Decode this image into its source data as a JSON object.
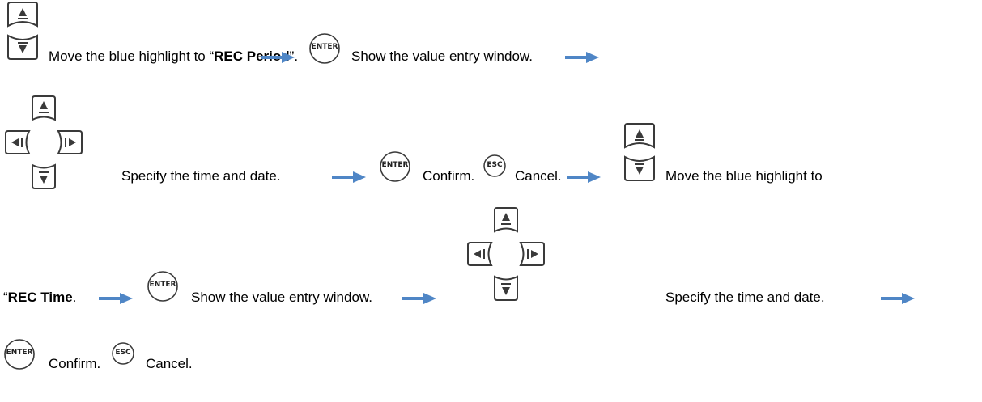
{
  "colors": {
    "arrow": "#4f86c6",
    "icon_stroke": "#3a3a3a"
  },
  "buttons": {
    "enter": "ENTER",
    "esc": "ESC"
  },
  "icons": [
    "up-down-keys-icon",
    "four-way-keys-icon",
    "enter-button-icon",
    "esc-button-icon",
    "right-arrow-icon"
  ],
  "line1": {
    "move_prefix": "Move the blue highlight to “",
    "move_bold": "REC Period",
    "move_suffix": "”.",
    "show": "Show the value entry window."
  },
  "line2": {
    "specify": "Specify the time and date.",
    "confirm": "Confirm.",
    "cancel": "Cancel.",
    "move": "Move the blue highlight to"
  },
  "line3": {
    "rec_prefix": "“",
    "rec_bold": "REC Time",
    "rec_suffix": ".",
    "show": "Show the value entry window.",
    "specify": "Specify the time and date."
  },
  "line4": {
    "confirm": "Confirm.",
    "cancel": "Cancel."
  }
}
